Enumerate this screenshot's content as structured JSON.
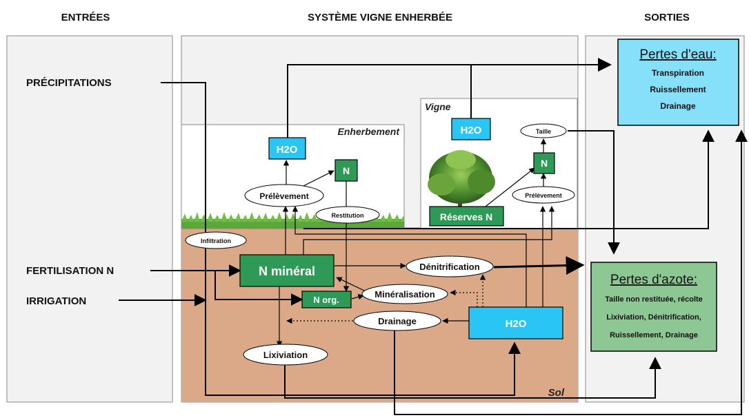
{
  "headers": {
    "inputs": "ENTRÉES",
    "system": "SYSTÈME VIGNE ENHERBÉE",
    "outputs": "SORTIES"
  },
  "inputs": {
    "precipitations": "PRÉCIPITATIONS",
    "fertilisation": "FERTILISATION N",
    "irrigation": "IRRIGATION"
  },
  "zones": {
    "grass": "Enherbement",
    "vine": "Vigne",
    "soil": "Sol"
  },
  "nodes": {
    "h2o_grass": "H2O",
    "h2o_vine": "H2O",
    "h2o_soil": "H2O",
    "n_grass": "N",
    "n_vine": "N",
    "n_mineral": "N minéral",
    "n_org": "N org.",
    "reserves_n": "Réserves N",
    "prelevement_grass": "Prélèvement",
    "prelevement_vine": "Prélèvement",
    "restitution": "Restitution",
    "taille": "Taille",
    "infiltration": "Infiltration",
    "denitrification": "Dénitrification",
    "mineralisation": "Minéralisation",
    "drainage": "Drainage",
    "lixiviation": "Lixiviation"
  },
  "outputs": {
    "water_title": "Pertes d'eau:",
    "water_items": [
      "Transpiration",
      "Ruissellement",
      "Drainage"
    ],
    "nitrogen_title": "Pertes d'azote:",
    "nitrogen_items": [
      "Taille non restituée, récolte",
      "Lixiviation, Dénitrification,",
      "Ruissellement, Drainage"
    ]
  },
  "colors": {
    "panel": "#f2f2f2",
    "soil": "#dba888",
    "water": "#29c5f4",
    "water_light": "#87e0fa",
    "nitrogen": "#2f9a57",
    "nitrogen_light": "#8dc894",
    "grass": "#5aa83a"
  }
}
